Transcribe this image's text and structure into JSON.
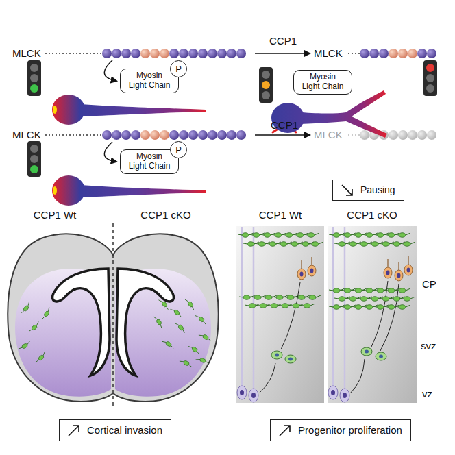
{
  "diagram": {
    "nodes": [
      {
        "text": [
          "Myosin Light Chain"
        ]
      },
      {
        "text": [
          "P"
        ],
        "in": 0
      },
      {
        "text": [
          "Myosin Light Chain"
        ]
      },
      {
        "text": [
          "Myosin Light Chain"
        ]
      },
      {
        "text": [
          "P"
        ],
        "in": 3
      },
      {
        "text": [
          "Pausing"
        ]
      },
      {
        "text": [
          "Cortical invasion"
        ]
      },
      {
        "text": [
          "Progenitor proliferation"
        ]
      }
    ],
    "labels": [
      "MLCK",
      "CCP1",
      "MLCK",
      "MLCK",
      "CCP1",
      "MLCK",
      "CCP1 Wt",
      "CCP1 cKO",
      "CCP1 Wt",
      "CCP1 cKO",
      "CP",
      "svz",
      "vz"
    ]
  }
}
